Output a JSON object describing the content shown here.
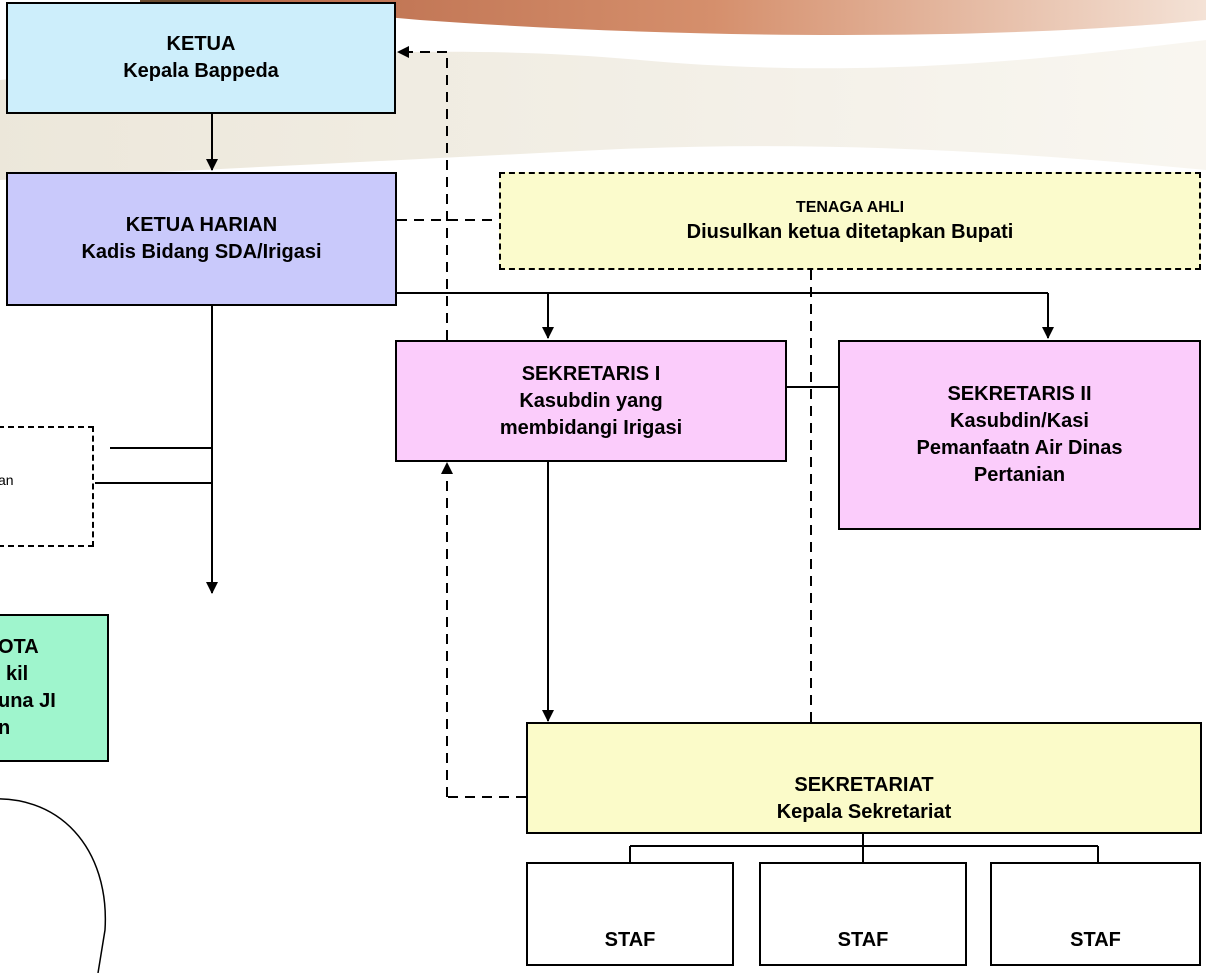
{
  "colors": {
    "ketua": "#cdeefb",
    "ketua_harian": "#c9c9fb",
    "tenaga_ahli": "#fbfbcc",
    "sekretaris": "#fbccfb",
    "anggota": "#9ff5cd",
    "sekretariat": "#fbfbc9",
    "staf": "#ffffff",
    "banner": "#c97a55"
  },
  "ketua": {
    "title": "KETUA",
    "subtitle": "Kepala Bappeda"
  },
  "ketua_harian": {
    "title": "KETUA HARIAN",
    "subtitle": "Kadis Bidang SDA/Irigasi"
  },
  "tenaga_ahli": {
    "title": "TENAGA  AHLI",
    "subtitle": "Diusulkan ketua ditetapkan  Bupati"
  },
  "sekretaris_1": {
    "line1": "SEKRETARIS I",
    "line2": "Kasubdin yang",
    "line3": "membidangi Irigasi"
  },
  "sekretaris_2": {
    "line1": "SEKRETARIS II",
    "line2": "Kasubdin/Kasi",
    "line3": "Pemanfaatn Air Dinas",
    "line4": "Pertanian"
  },
  "left_dashed_box": {
    "fragment": "an"
  },
  "anggota": {
    "line1": "OTA",
    "line2": "kil",
    "line3": "una JI",
    "line4": "n"
  },
  "sekretariat": {
    "title": "SEKRETARIAT",
    "subtitle": "Kepala Sekretariat"
  },
  "staf": [
    {
      "label": "STAF"
    },
    {
      "label": "STAF"
    },
    {
      "label": "STAF"
    }
  ]
}
